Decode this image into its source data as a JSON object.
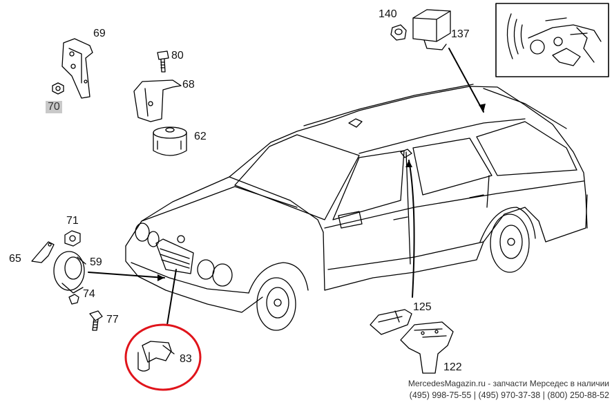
{
  "labels": {
    "p69": "69",
    "p70": "70",
    "p80": "80",
    "p68": "68",
    "p62": "62",
    "p71": "71",
    "p65": "65",
    "p59": "59",
    "p74": "74",
    "p77": "77",
    "p83": "83",
    "p140": "140",
    "p137": "137",
    "p125": "125",
    "p122": "122"
  },
  "highlight_color": "#c9c9c9",
  "circle_color": "#e0141b",
  "footer": {
    "line1": "MercedesMagazin.ru - запчасти Мерседес в наличии",
    "line2": "(495) 998-75-55 |  (495) 970-37-38 |  (800) 250-88-52"
  }
}
